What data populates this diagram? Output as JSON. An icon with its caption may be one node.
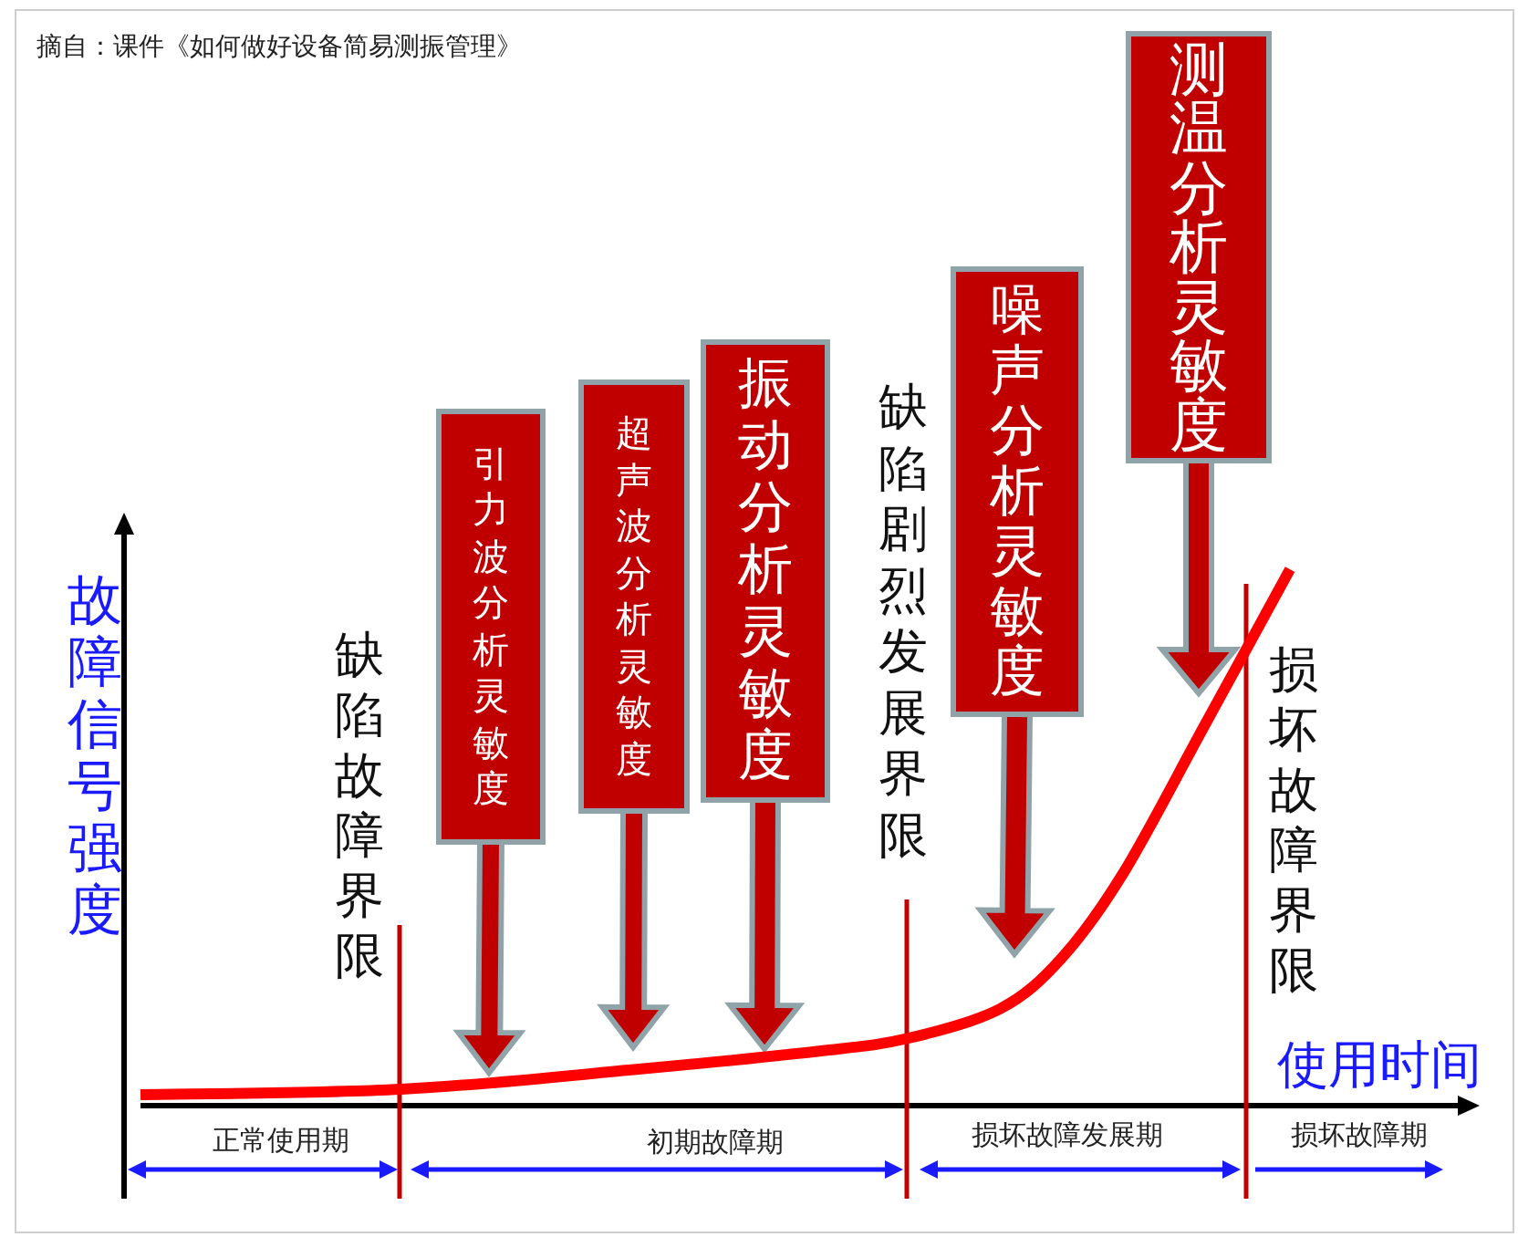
{
  "diagram": {
    "nodes": [
      {
        "text": [
          "引力波分析灵敏度"
        ]
      },
      {
        "text": [
          "超声波分析灵敏度"
        ]
      },
      {
        "text": [
          "振动分析灵敏度"
        ]
      },
      {
        "text": [
          "噪声分析灵敏度"
        ]
      },
      {
        "text": [
          "测温分析灵敏度"
        ]
      }
    ],
    "edges": [
      {
        "from": 0,
        "to": null,
        "arrow": "to"
      },
      {
        "from": 1,
        "to": null,
        "arrow": "to"
      },
      {
        "from": 2,
        "to": null,
        "arrow": "to"
      },
      {
        "from": 3,
        "to": null,
        "arrow": "to"
      },
      {
        "from": 4,
        "to": null,
        "arrow": "to"
      }
    ],
    "labels": [
      "摘自：课件《如何做好设备简易测振管理》",
      "故障信号强度",
      "缺陷故障界限",
      "缺陷剧烈发展界限",
      "损坏故障界限",
      "使用时间",
      "正常使用期",
      "初期故障期",
      "损坏故障发展期",
      "损坏故障期"
    ]
  }
}
